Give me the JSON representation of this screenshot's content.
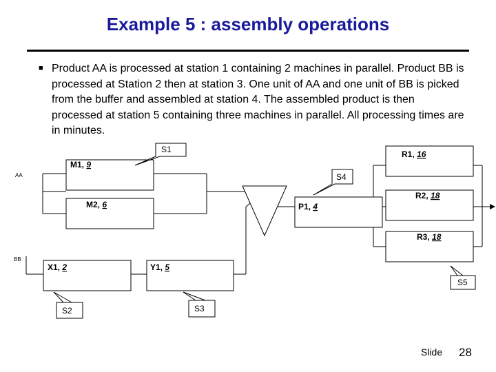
{
  "slide": {
    "title": "Example 5 : assembly operations",
    "bullet": "Product AA is processed at station 1 containing 2 machines in parallel. Product BB is processed at Station 2 then at station 3. One unit of AA and one unit of BB is picked from the buffer and assembled at station 4. The assembled product is then processed at station 5 containing three machines in parallel. All processing times are in minutes.",
    "footer_label": "Slide",
    "page_number": "28"
  },
  "diagram": {
    "inputs": {
      "aa": "AA",
      "bb": "BB"
    },
    "machines": {
      "m1": {
        "name": "M1,",
        "time": "9"
      },
      "m2": {
        "name": "M2,",
        "time": "6"
      },
      "x1": {
        "name": "X1,",
        "time": "2"
      },
      "y1": {
        "name": "Y1,",
        "time": "5"
      },
      "p1": {
        "name": "P1,",
        "time": "4"
      },
      "r1": {
        "name": "R1,",
        "time": "16"
      },
      "r2": {
        "name": "R2,",
        "time": "18"
      },
      "r3": {
        "name": "R3,",
        "time": "18"
      }
    },
    "callouts": {
      "s1": "S1",
      "s2": "S2",
      "s3": "S3",
      "s4": "S4",
      "s5": "S5"
    }
  }
}
